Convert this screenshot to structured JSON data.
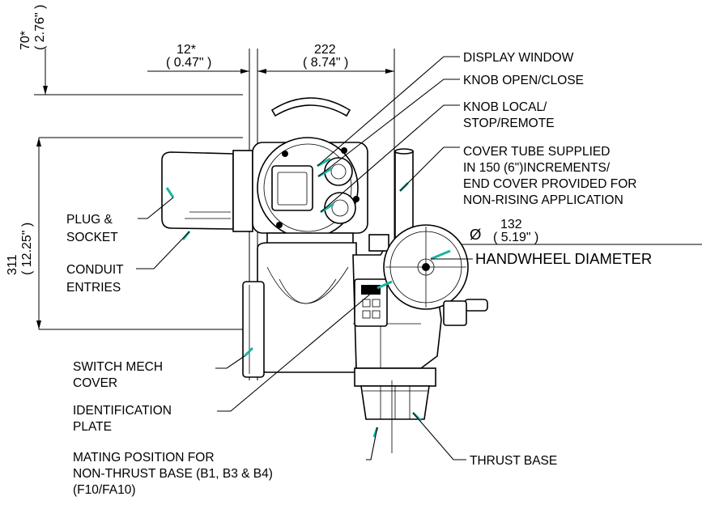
{
  "dimensions": {
    "top_height": {
      "mm": "70*",
      "in": "2.76\""
    },
    "offset": {
      "mm": "12*",
      "in": "0.47\""
    },
    "width": {
      "mm": "222",
      "in": "8.74\""
    },
    "height": {
      "mm": "311",
      "in": "12.25\""
    },
    "handwheel": {
      "symbol": "Ø",
      "mm": "132",
      "in": "5.19\""
    }
  },
  "labels": {
    "display_window": "DISPLAY WINDOW",
    "knob_open_close": "KNOB OPEN/CLOSE",
    "knob_local": [
      "KNOB LOCAL/",
      "STOP/REMOTE"
    ],
    "cover_tube": [
      "COVER TUBE SUPPLIED",
      "IN 150 (6\")INCREMENTS/",
      "END COVER PROVIDED FOR",
      "NON-RISING APPLICATION"
    ],
    "handwheel_diameter": "HANDWHEEL DIAMETER",
    "plug_socket": [
      "PLUG &",
      "SOCKET"
    ],
    "conduit_entries": [
      "CONDUIT",
      "ENTRIES"
    ],
    "switch_mech_cover": [
      "SWITCH MECH",
      "COVER"
    ],
    "identification_plate": [
      "IDENTIFICATION",
      "PLATE"
    ],
    "mating_position": [
      "MATING POSITION FOR",
      "NON-THRUST BASE (B1, B3 & B4)",
      "(F10/FA10)"
    ],
    "thrust_base": "THRUST BASE"
  },
  "colors": {
    "accent": "#1ab5a0",
    "line": "#000000"
  }
}
